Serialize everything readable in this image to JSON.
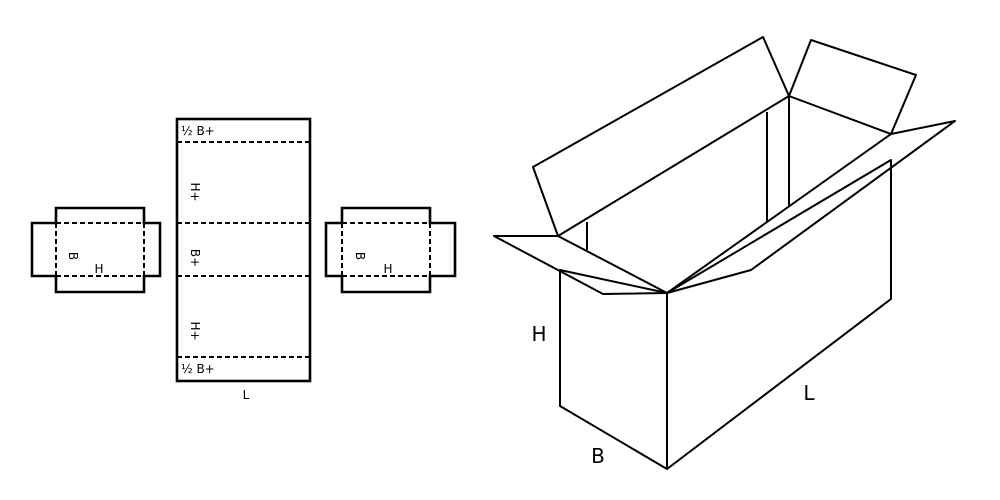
{
  "flat_layout": {
    "top_flap_label": "½ B+",
    "upper_panel_label": "H+",
    "middle_panel_label": "B+",
    "lower_panel_label": "H+",
    "bottom_flap_label": "½ B+",
    "length_label": "L",
    "left_end_panel": {
      "b_label": "B",
      "h_label": "H"
    },
    "right_end_panel": {
      "b_label": "B",
      "h_label": "H"
    }
  },
  "box_3d": {
    "height_label": "H",
    "width_label": "B",
    "length_label": "L"
  }
}
